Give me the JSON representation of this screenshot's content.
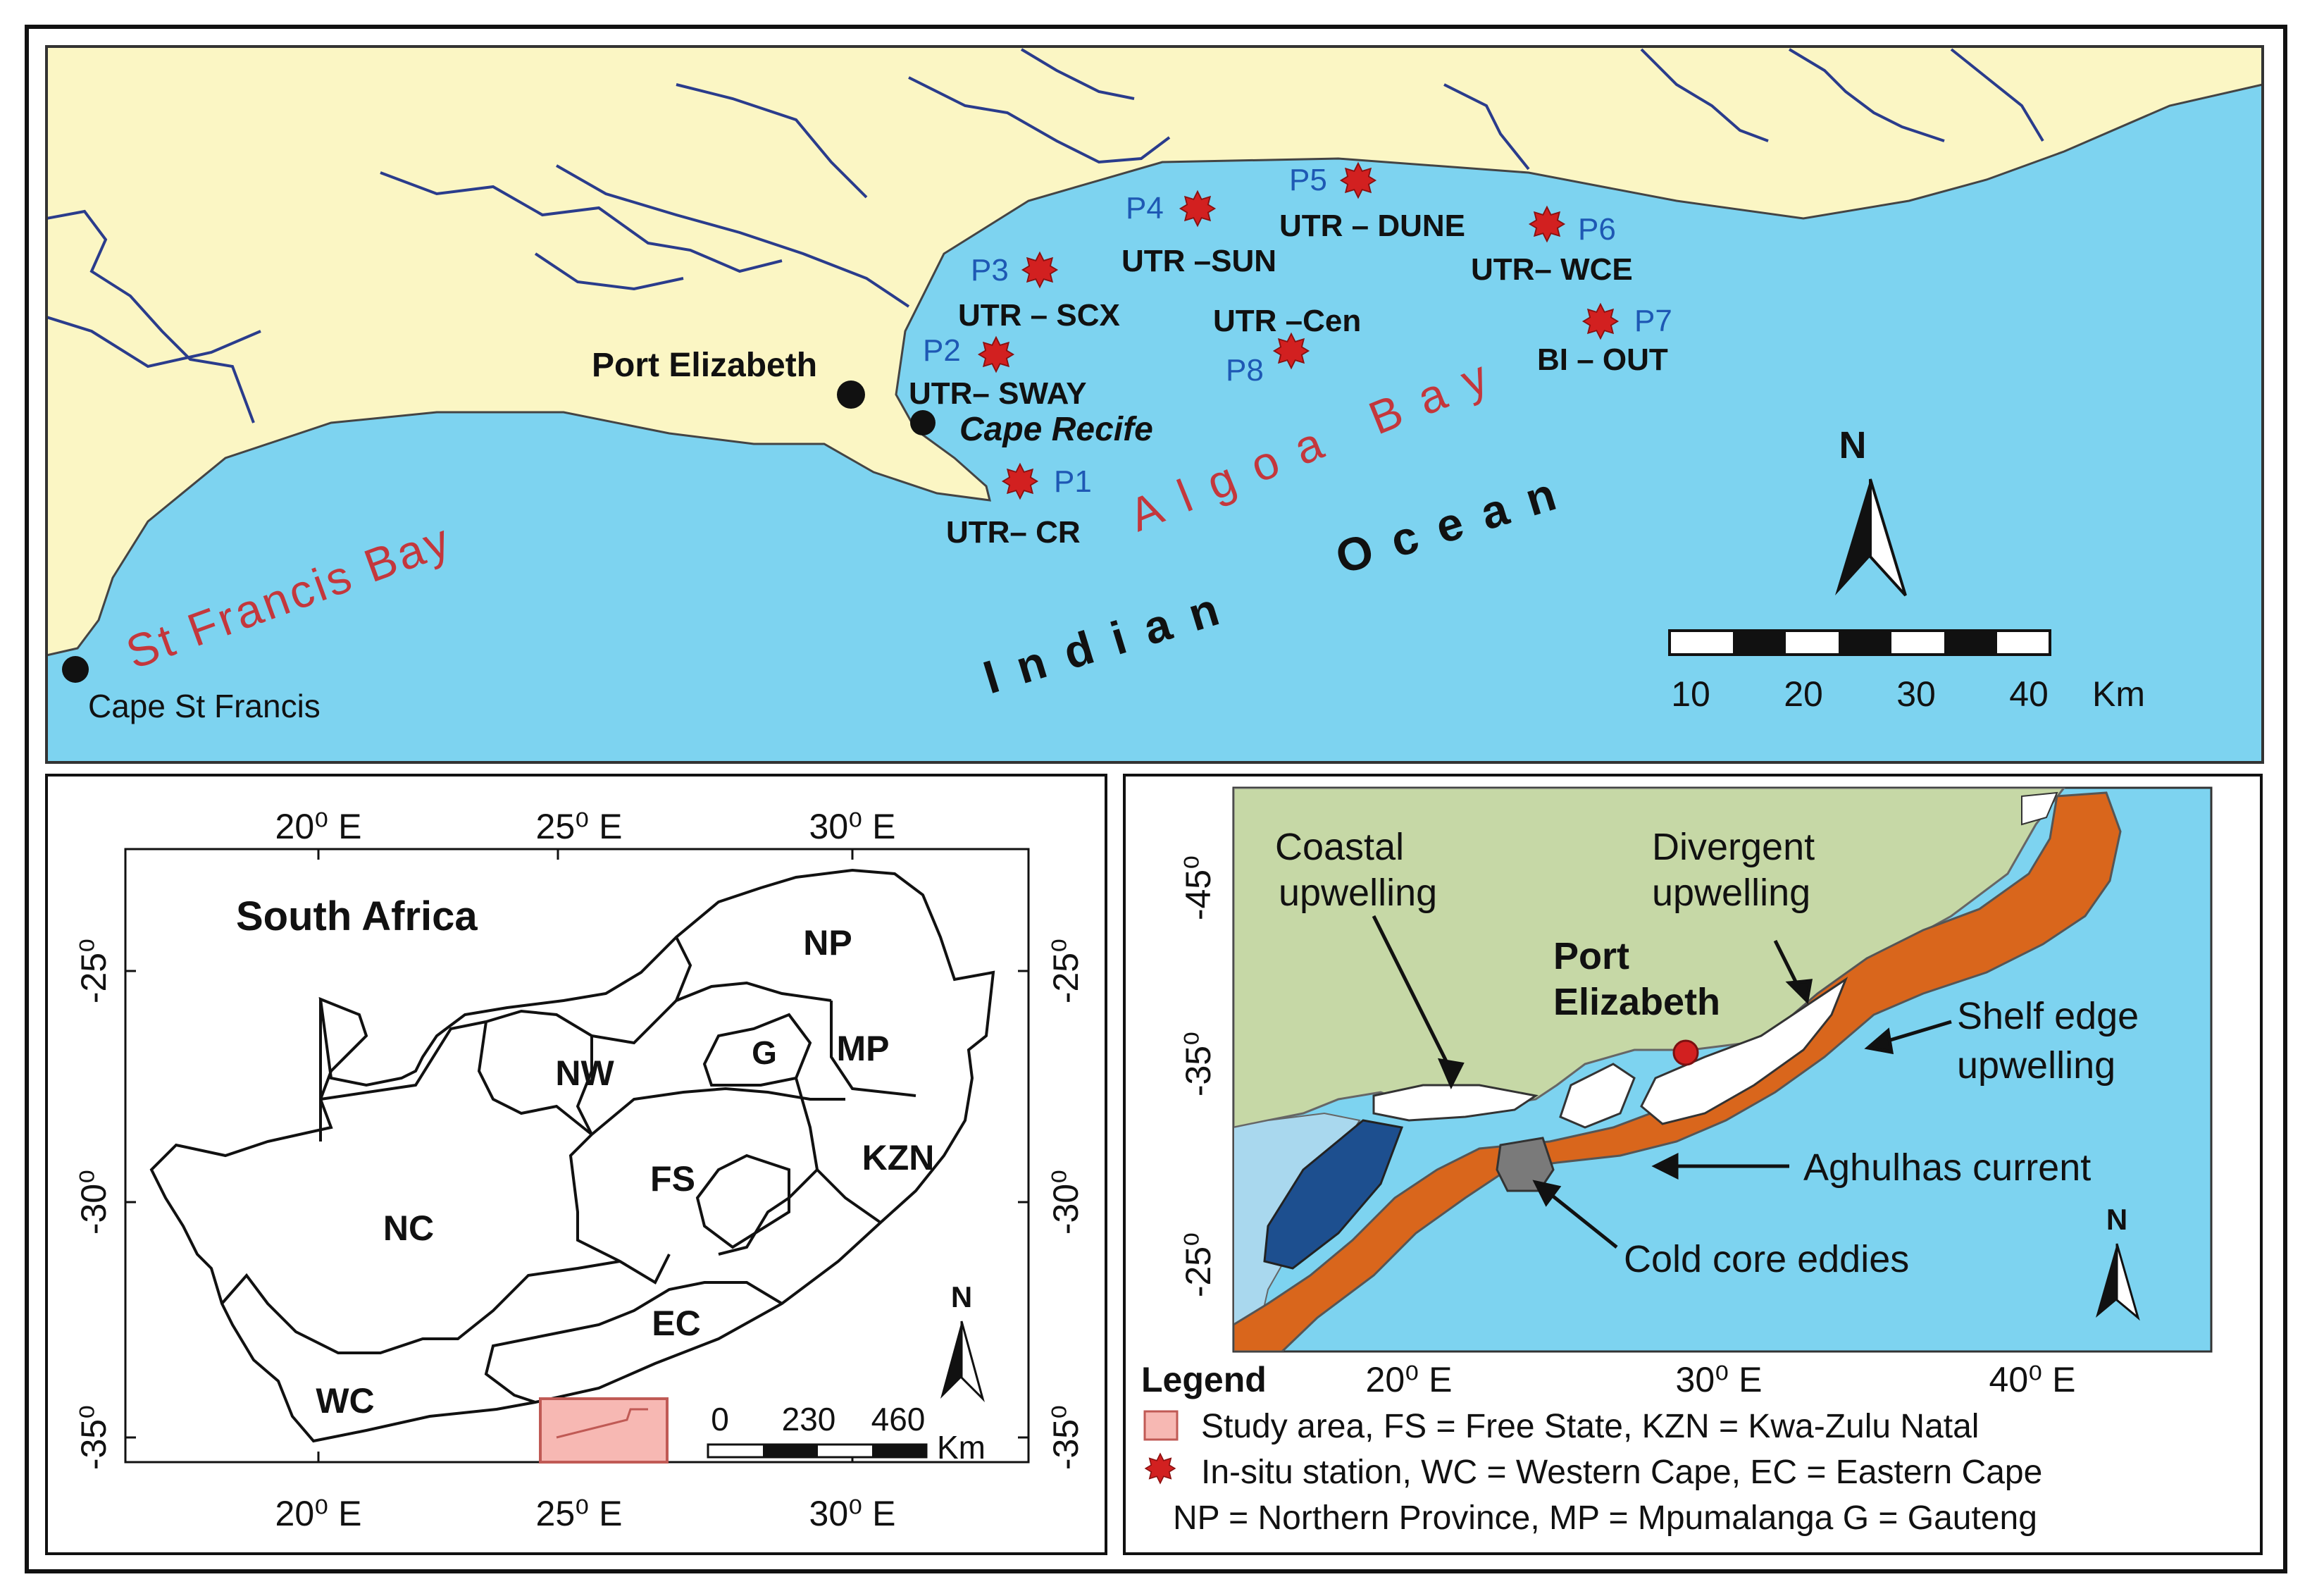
{
  "top_map": {
    "places": [
      {
        "id": "port-elizabeth",
        "label": "Port Elizabeth"
      },
      {
        "id": "cape-recife",
        "label": "Cape Recife"
      },
      {
        "id": "cape-st-francis",
        "label": "Cape St Francis"
      }
    ],
    "water_labels": {
      "st_francis_bay": "St Francis Bay",
      "algoa_bay": "Algoa Bay",
      "indian": "Indian",
      "ocean": "Ocean"
    },
    "stations": [
      {
        "id": "P1",
        "code": "P1",
        "name": "UTR– CR"
      },
      {
        "id": "P2",
        "code": "P2",
        "name": "UTR– SWAY"
      },
      {
        "id": "P3",
        "code": "P3",
        "name": "UTR – SCX"
      },
      {
        "id": "P4",
        "code": "P4",
        "name": "UTR –SUN"
      },
      {
        "id": "P5",
        "code": "P5",
        "name": "UTR – DUNE"
      },
      {
        "id": "P6",
        "code": "P6",
        "name": "UTR– WCE"
      },
      {
        "id": "P7",
        "code": "P7",
        "name": "BI – OUT"
      },
      {
        "id": "P8",
        "code": "P8",
        "name": "UTR –Cen"
      }
    ],
    "north": "N",
    "scale": {
      "ticks": [
        "10",
        "20",
        "30",
        "40"
      ],
      "unit": "Km"
    }
  },
  "sa_map": {
    "title": "South Africa",
    "lon_top": [
      "20⁰ E",
      "25⁰ E",
      "30⁰ E"
    ],
    "lon_bottom": [
      "20⁰ E",
      "25⁰ E",
      "30⁰ E"
    ],
    "lat_left": [
      "-25⁰",
      "-30⁰",
      "-35⁰"
    ],
    "lat_right": [
      "-25⁰",
      "-30⁰",
      "-35⁰"
    ],
    "provinces": [
      "NP",
      "NW",
      "G",
      "MP",
      "FS",
      "KZN",
      "NC",
      "EC",
      "WC"
    ],
    "north": "N",
    "scale": {
      "ticks": [
        "0",
        "230",
        "460"
      ],
      "unit": "Km"
    }
  },
  "current_map": {
    "lat_left": [
      "-45⁰",
      "-35⁰",
      "-25⁰"
    ],
    "lon_bottom": [
      "20⁰ E",
      "30⁰ E",
      "40⁰ E"
    ],
    "labels": {
      "coastal": [
        "Coastal",
        "upwelling"
      ],
      "divergent": [
        "Divergent",
        "upwelling"
      ],
      "port": [
        "Port",
        "Elizabeth"
      ],
      "shelf": [
        "Shelf edge",
        "upwelling"
      ],
      "aghulhas": "Aghulhas current",
      "eddies": "Cold core eddies"
    },
    "north": "N"
  },
  "legend": {
    "title": "Legend",
    "lines": [
      "Study area, FS = Free State, KZN = Kwa-Zulu Natal",
      "In-situ station, WC = Western Cape, EC = Eastern Cape",
      "NP = Northern Province, MP = Mpumalanga G = Gauteng"
    ]
  },
  "colors": {
    "ocean": "#7dd3f0",
    "land": "#fbf6c4",
    "land_green": "#c6d8a6",
    "current": "#d9661c",
    "cold_water": "#1d4f8f",
    "station": "#d22020",
    "station_label": "#1e58b4",
    "water_label": "#c4373c",
    "river": "#2a3c8c",
    "study_area": "#f7b8b3"
  }
}
